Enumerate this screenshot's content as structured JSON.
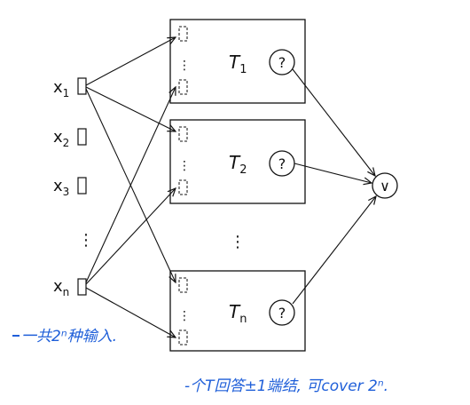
{
  "inputs": {
    "x1": {
      "base": "x",
      "sub": "1"
    },
    "x2": {
      "base": "x",
      "sub": "2"
    },
    "x3": {
      "base": "x",
      "sub": "3"
    },
    "xn": {
      "base": "x",
      "sub": "n"
    }
  },
  "boxes": {
    "t1": {
      "base": "T",
      "sub": "1",
      "query": "?"
    },
    "t2": {
      "base": "T",
      "sub": "2",
      "query": "?"
    },
    "tn": {
      "base": "T",
      "sub": "n",
      "query": "?"
    }
  },
  "or_gate": "∨",
  "ellipsis_vertical": "⋮",
  "annotations": {
    "left": "一共2ⁿ种输入.",
    "bottom": "-个T回答±1端结, 可cover 2ⁿ."
  },
  "colors": {
    "ink": "#111111",
    "annotation": "#1f5fd9"
  }
}
